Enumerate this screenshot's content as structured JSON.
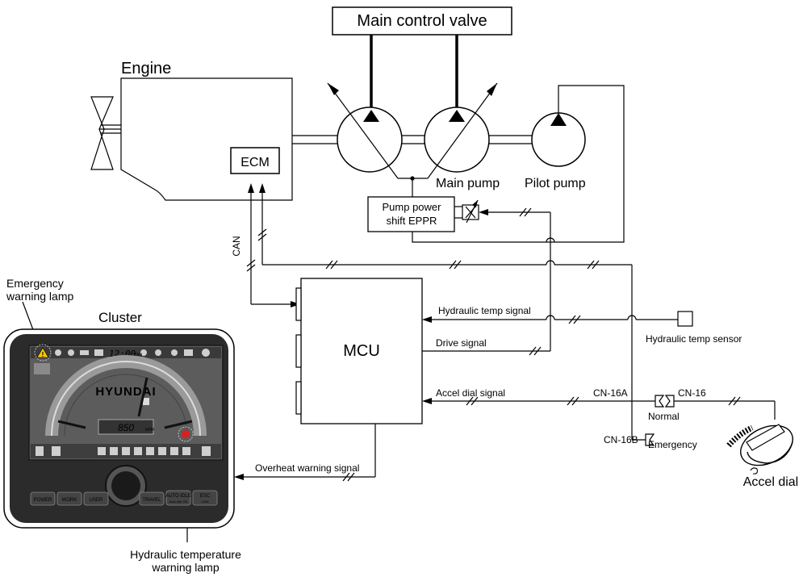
{
  "labels": {
    "main_control_valve": "Main control valve",
    "engine": "Engine",
    "ecm": "ECM",
    "main_pump": "Main pump",
    "pilot_pump": "Pilot pump",
    "pump_power_line1": "Pump power",
    "pump_power_line2": "shift EPPR",
    "can": "CAN",
    "mcu": "MCU",
    "hydraulic_temp_signal": "Hydraulic temp signal",
    "hydraulic_temp_sensor": "Hydraulic temp sensor",
    "drive_signal": "Drive signal",
    "accel_dial_signal": "Accel dial signal",
    "cn16a": "CN-16A",
    "cn16": "CN-16",
    "cn16b": "CN-16B",
    "normal": "Normal",
    "emergency": "Emergency",
    "accel_dial": "Accel dial",
    "overheat_warning_signal": "Overheat warning signal",
    "emergency_lamp_line1": "Emergency",
    "emergency_lamp_line2": "warning lamp",
    "cluster": "Cluster",
    "hyd_lamp_line1": "Hydraulic temperature",
    "hyd_lamp_line2": "warning lamp"
  },
  "cluster": {
    "brand": "HYUNDAI",
    "clock": "12:00",
    "clock_suffix": "PM",
    "rpm_value": "850",
    "rpm_unit": "RPM",
    "buttons": [
      "POWER",
      "WORK",
      "USER",
      "TRAVEL",
      "AUTO IDLE",
      "ESC"
    ],
    "button_sublabels": {
      "auto_idle": "Auto idle ON",
      "esc": "CAM"
    }
  },
  "colors": {
    "warning_yellow": "#f5c400",
    "hyd_lamp_red": "#d82020",
    "cluster_body": "#2b2b2b",
    "cluster_screen": "#5a5a5a"
  }
}
